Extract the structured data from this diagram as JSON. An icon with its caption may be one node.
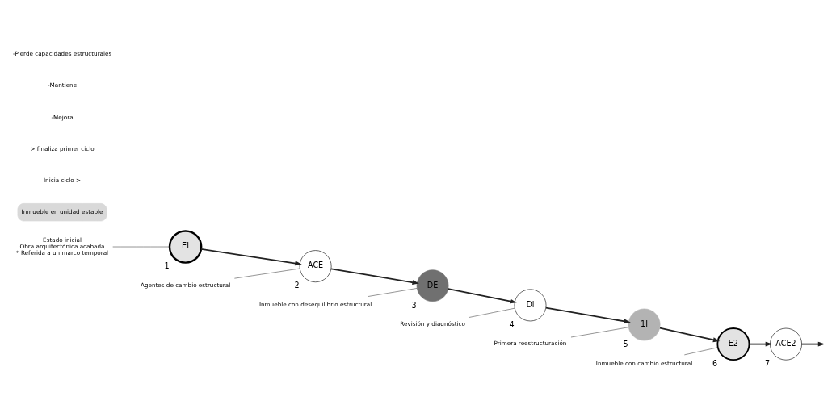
{
  "diagram": {
    "nodes": [
      {
        "text": [
          "Estado inicial",
          "Obra arquitectónica acabada",
          "* Referida a un marco temporal"
        ]
      },
      {
        "text": [
          "Inmueble en unidad estable"
        ]
      },
      {
        "text": [
          "EI"
        ],
        "beside": [
          "1"
        ]
      },
      {
        "text": [
          "Agentes de cambio estructural"
        ]
      },
      {
        "text": [
          "ACE"
        ],
        "beside": [
          "2"
        ]
      },
      {
        "text": [
          "Inmueble con desequilibrio estructural"
        ]
      },
      {
        "text": [
          "DE"
        ],
        "beside": [
          "3"
        ]
      },
      {
        "text": [
          "Di"
        ],
        "beside": [
          "4"
        ]
      },
      {
        "text": [
          "Revisión y diagnóstico"
        ]
      },
      {
        "text": [
          "1I"
        ],
        "beside": [
          "5"
        ]
      },
      {
        "text": [
          "Primera reestructuración"
        ]
      },
      {
        "text": [
          "E2"
        ],
        "beside": [
          "6"
        ]
      },
      {
        "text": [
          "Inmueble con cambio estructural"
        ]
      },
      {
        "text": [
          "ACE2"
        ],
        "beside": [
          "7"
        ]
      }
    ],
    "edges": [
      {
        "from": 0,
        "to": 2,
        "arrow": "none"
      },
      {
        "from": 2,
        "to": 4,
        "arrow": "to"
      },
      {
        "from": 3,
        "to": 4,
        "arrow": "none"
      },
      {
        "from": 4,
        "to": 6,
        "arrow": "to"
      },
      {
        "from": 5,
        "to": 6,
        "arrow": "none"
      },
      {
        "from": 6,
        "to": 7,
        "arrow": "to"
      },
      {
        "from": 8,
        "to": 7,
        "arrow": "none"
      },
      {
        "from": 7,
        "to": 9,
        "arrow": "to"
      },
      {
        "from": 10,
        "to": 9,
        "arrow": "none"
      },
      {
        "from": 9,
        "to": 11,
        "arrow": "to"
      },
      {
        "from": 12,
        "to": 11,
        "arrow": "none"
      },
      {
        "from": 11,
        "to": 13,
        "arrow": "to"
      },
      {
        "from": 13,
        "to": null,
        "arrow": "to"
      }
    ],
    "labels": [
      "Inicia ciclo >",
      "> finaliza primer ciclo",
      "-Mejora",
      "-Mantiene",
      "-Pierde capacidades estructurales"
    ]
  }
}
